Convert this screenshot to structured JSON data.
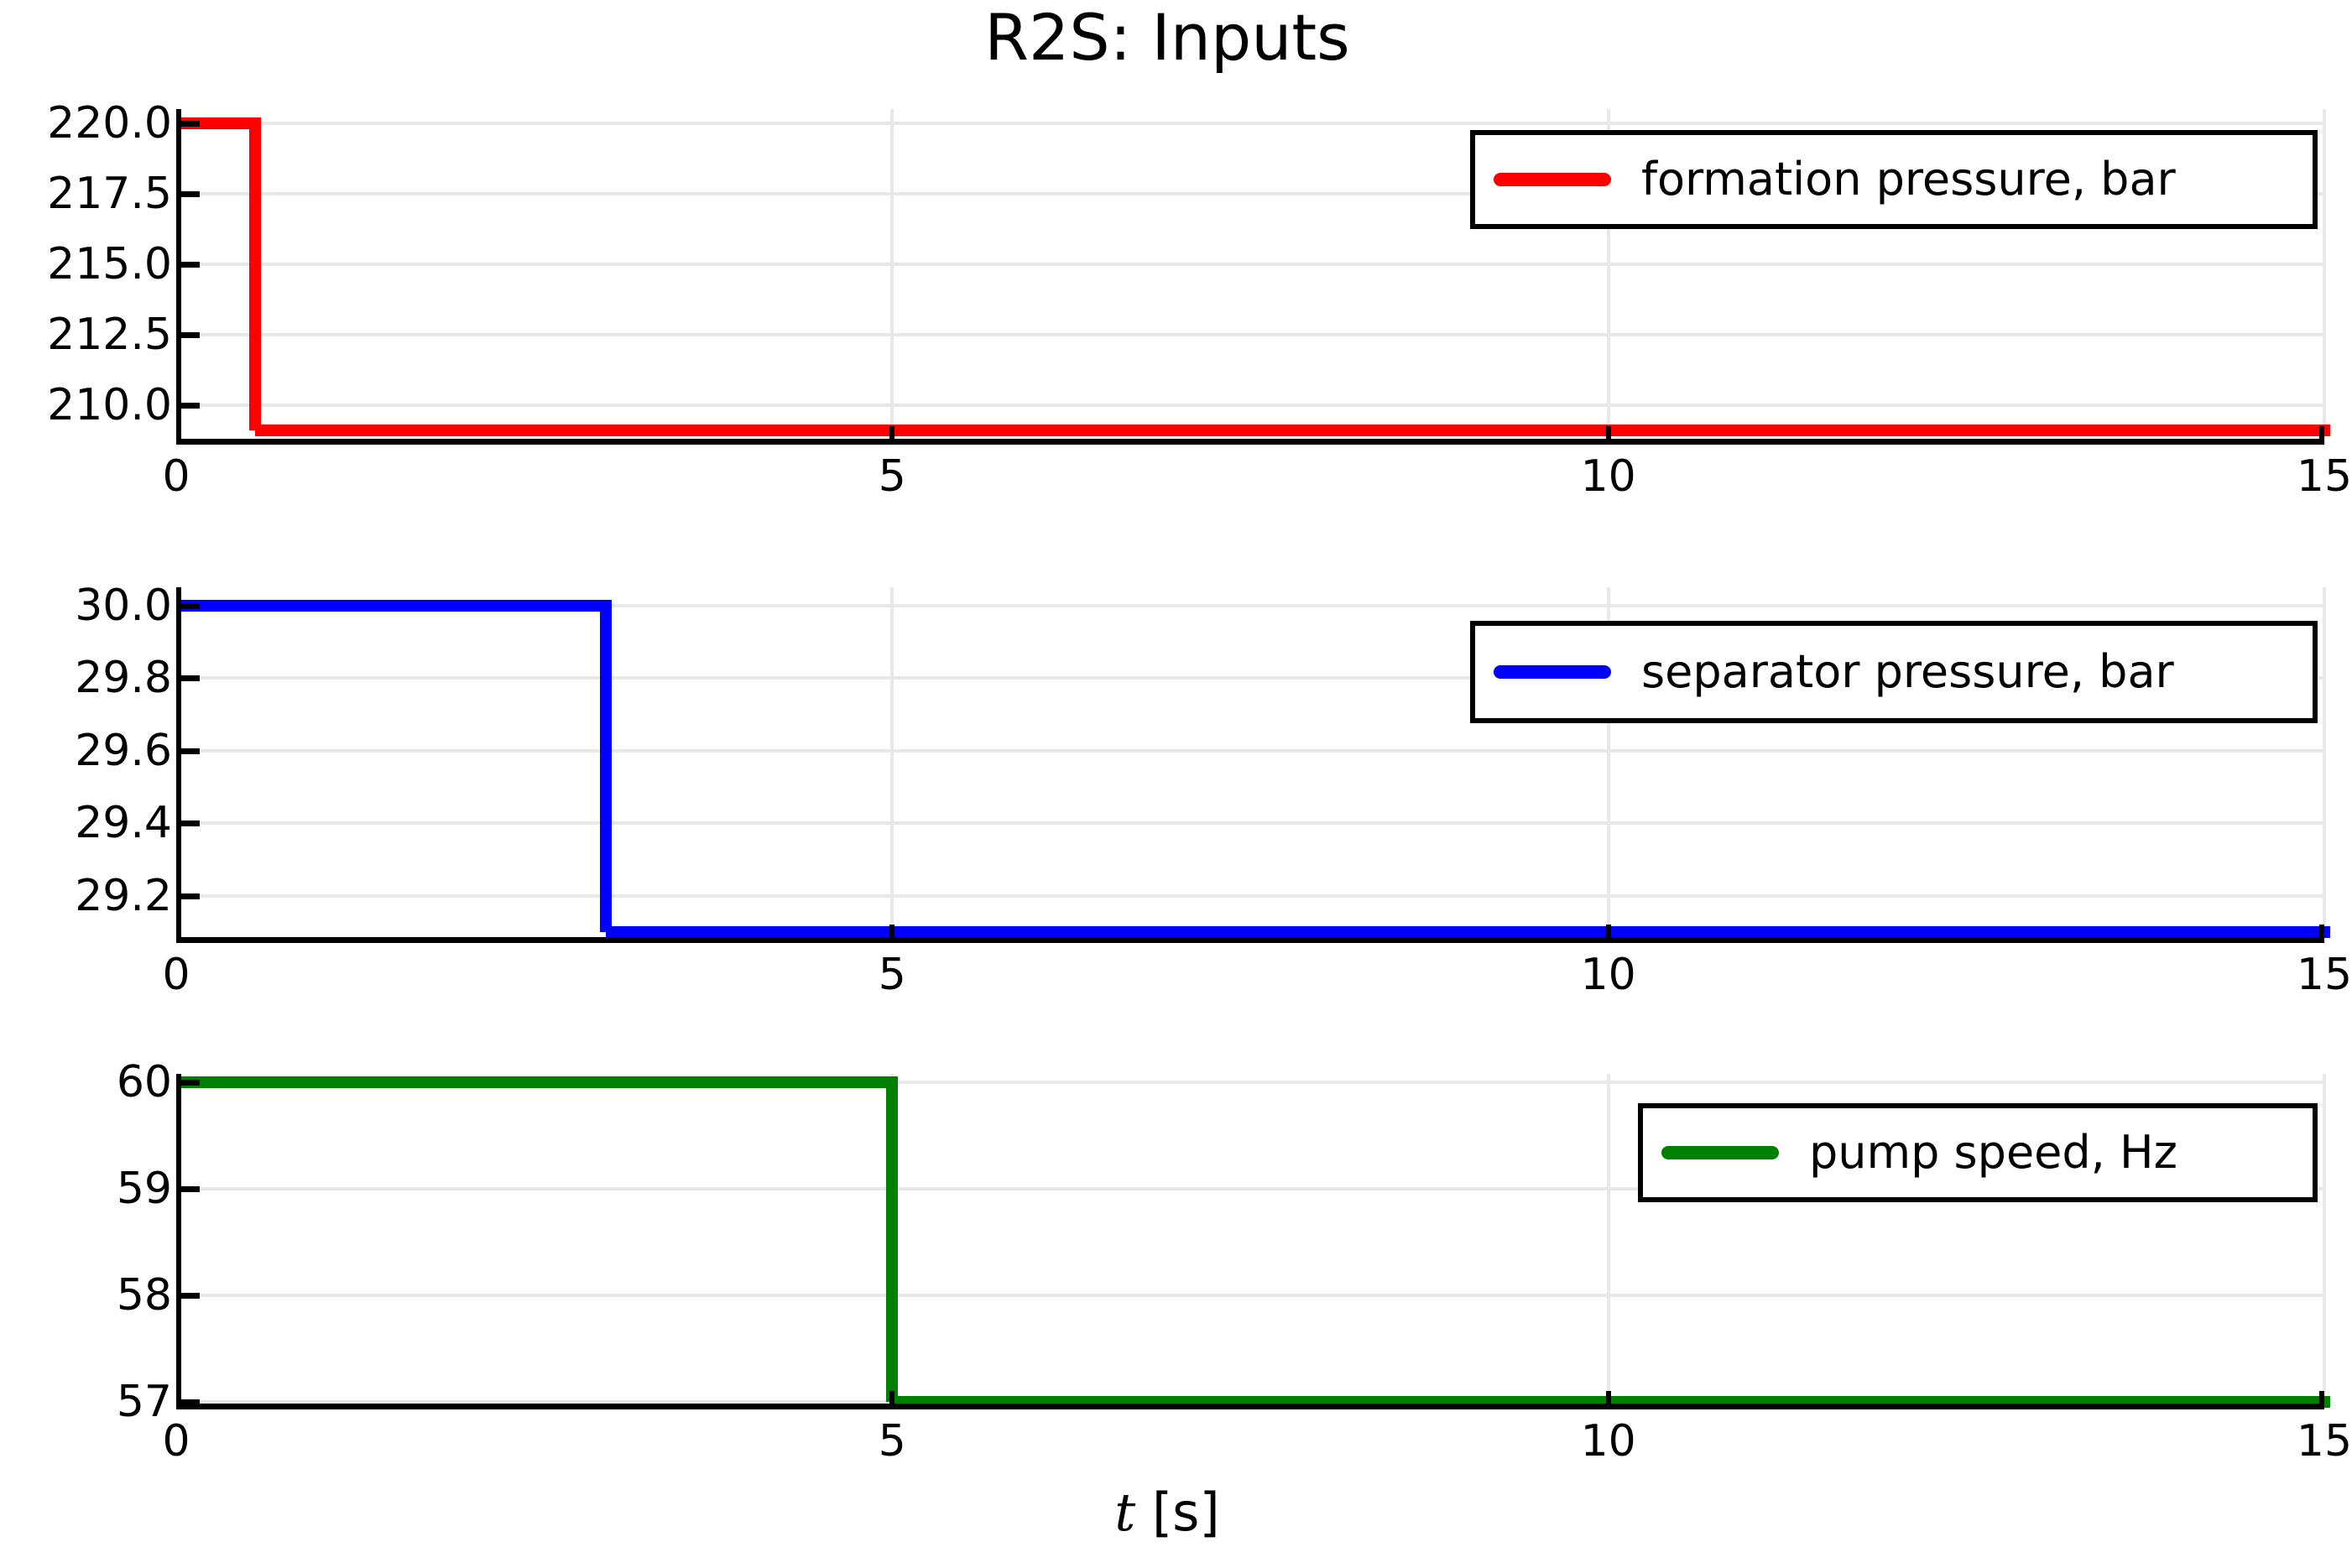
{
  "chart_data": {
    "type": "line",
    "title": "R2S: Inputs",
    "xlabel_var": "t",
    "xlabel_unit": "[s]",
    "xlabel": "t [s]",
    "grid": true,
    "legend_position": "upper right (inside each panel)",
    "x": [
      0,
      15
    ],
    "xlim": [
      0,
      15
    ],
    "xticks": [
      "0",
      "5",
      "10",
      "15"
    ],
    "xtick_values": [
      0,
      5,
      10,
      15
    ],
    "panels": [
      {
        "name": "formation-pressure",
        "series_name": "formation pressure, bar",
        "color": "#ff0000",
        "ylim": [
          208.6,
          220.5
        ],
        "yticks": [
          "220.0",
          "217.5",
          "215.0",
          "212.5",
          "210.0"
        ],
        "ytick_values": [
          220.0,
          217.5,
          215.0,
          212.5,
          210.0
        ],
        "step_points": [
          {
            "t": 0.0,
            "value": 220.0
          },
          {
            "t": 0.55,
            "value": 220.0
          },
          {
            "t": 0.55,
            "value": 209.1
          },
          {
            "t": 15.0,
            "value": 209.1
          }
        ]
      },
      {
        "name": "separator-pressure",
        "series_name": "separator pressure, bar",
        "color": "#0000ff",
        "ylim": [
          29.07,
          30.05
        ],
        "yticks": [
          "30.0",
          "29.8",
          "29.6",
          "29.4",
          "29.2"
        ],
        "ytick_values": [
          30.0,
          29.8,
          29.6,
          29.4,
          29.2
        ],
        "step_points": [
          {
            "t": 0.0,
            "value": 30.0
          },
          {
            "t": 3.0,
            "value": 30.0
          },
          {
            "t": 3.0,
            "value": 29.1
          },
          {
            "t": 15.0,
            "value": 29.1
          }
        ]
      },
      {
        "name": "pump-speed",
        "series_name": "pump speed, Hz",
        "color": "#008000",
        "ylim": [
          56.93,
          60.08
        ],
        "yticks": [
          "60",
          "59",
          "58",
          "57"
        ],
        "ytick_values": [
          60,
          59,
          58,
          57
        ],
        "step_points": [
          {
            "t": 0.0,
            "value": 60
          },
          {
            "t": 5.0,
            "value": 60
          },
          {
            "t": 5.0,
            "value": 57
          },
          {
            "t": 15.0,
            "value": 57
          }
        ]
      }
    ]
  }
}
